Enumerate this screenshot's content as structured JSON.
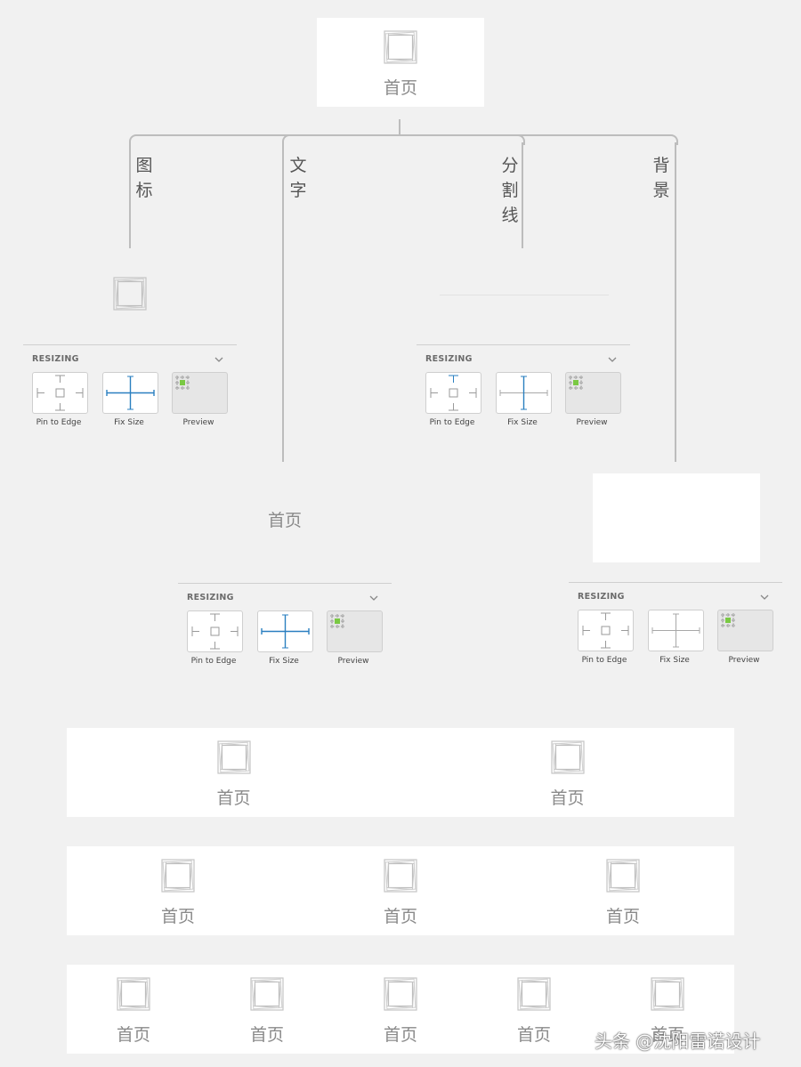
{
  "nav_label": "首页",
  "branches": {
    "icon": "图标",
    "text": "文字",
    "divider": "分割线",
    "background": "背景"
  },
  "resizing_panel": {
    "title": "RESIZING",
    "pin_label": "Pin to Edge",
    "fix_label": "Fix Size",
    "preview_label": "Preview"
  },
  "colors": {
    "page_bg": "#f1f1f1",
    "card_bg": "#ffffff",
    "active_blue": "#2a7fc0",
    "preview_green": "#7ac943",
    "line_gray": "#bdbdbd"
  },
  "icon_name": "tab-placeholder-icon",
  "watermark": "头条 @沈阳雷诺设计"
}
